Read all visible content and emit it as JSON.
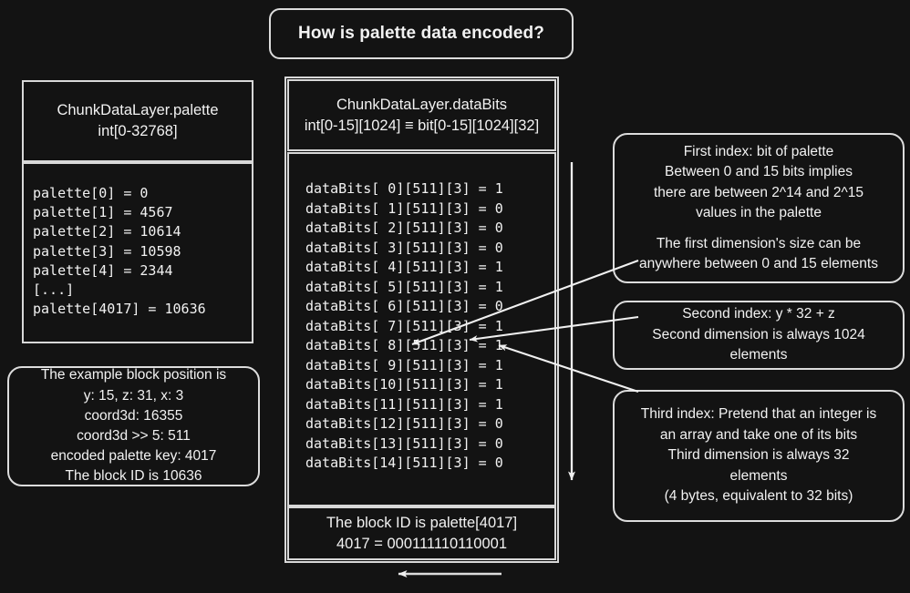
{
  "title": {
    "text": "How is palette data encoded?"
  },
  "palette_card": {
    "header": {
      "line1": "ChunkDataLayer.palette",
      "line2": "int[0-32768]"
    },
    "entries": "palette[0] = 0\npalette[1] = 4567\npalette[2] = 10614\npalette[3] = 10598\npalette[4] = 2344\n[...]\npalette[4017] = 10636"
  },
  "databits_card": {
    "header": {
      "line1": "ChunkDataLayer.dataBits",
      "line2": "int[0-15][1024] ≡ bit[0-15][1024][32]"
    },
    "rows": "dataBits[ 0][511][3] = 1\ndataBits[ 1][511][3] = 0\ndataBits[ 2][511][3] = 0\ndataBits[ 3][511][3] = 0\ndataBits[ 4][511][3] = 1\ndataBits[ 5][511][3] = 1\ndataBits[ 6][511][3] = 0\ndataBits[ 7][511][3] = 1\ndataBits[ 8][511][3] = 1\ndataBits[ 9][511][3] = 1\ndataBits[10][511][3] = 1\ndataBits[11][511][3] = 1\ndataBits[12][511][3] = 0\ndataBits[13][511][3] = 0\ndataBits[14][511][3] = 0",
    "footer": {
      "line1": "The block ID is palette[4017]",
      "line2": "4017 = 000111110110001"
    }
  },
  "callouts": {
    "first_index": {
      "line1": "First index: bit of palette",
      "line2": "Between 0 and 15 bits implies",
      "line3": "there are between 2^14 and 2^15",
      "line4": "values in the palette",
      "line5": "The first dimension's size can be",
      "line6": "anywhere between 0 and 15 elements"
    },
    "second_index": {
      "line1": "Second index: y * 32 + z",
      "line2": "Second dimension is always 1024",
      "line3": "elements"
    },
    "third_index": {
      "line1": "Third index: Pretend that an integer is",
      "line2": "an array and take one of its bits",
      "line3": "Third dimension is always 32",
      "line4": "elements",
      "line5": "(4 bytes, equivalent to 32 bits)"
    },
    "example_block": {
      "line1": "The example block position is",
      "line2": "y: 15, z: 31, x: 3",
      "line3": "coord3d: 16355",
      "line4": "coord3d >> 5: 511",
      "line5": "encoded palette key: 4017",
      "line6": "The block ID is 10636"
    }
  },
  "chart_data": {
    "type": "table",
    "title": "How is palette data encoded?",
    "palette_values": [
      {
        "index": 0,
        "value": 0
      },
      {
        "index": 1,
        "value": 4567
      },
      {
        "index": 2,
        "value": 10614
      },
      {
        "index": 3,
        "value": 10598
      },
      {
        "index": 4,
        "value": 2344
      },
      {
        "index": 4017,
        "value": 10636
      }
    ],
    "databits": [
      {
        "i": 0,
        "j": 511,
        "k": 3,
        "bit": 1
      },
      {
        "i": 1,
        "j": 511,
        "k": 3,
        "bit": 0
      },
      {
        "i": 2,
        "j": 511,
        "k": 3,
        "bit": 0
      },
      {
        "i": 3,
        "j": 511,
        "k": 3,
        "bit": 0
      },
      {
        "i": 4,
        "j": 511,
        "k": 3,
        "bit": 1
      },
      {
        "i": 5,
        "j": 511,
        "k": 3,
        "bit": 1
      },
      {
        "i": 6,
        "j": 511,
        "k": 3,
        "bit": 0
      },
      {
        "i": 7,
        "j": 511,
        "k": 3,
        "bit": 1
      },
      {
        "i": 8,
        "j": 511,
        "k": 3,
        "bit": 1
      },
      {
        "i": 9,
        "j": 511,
        "k": 3,
        "bit": 1
      },
      {
        "i": 10,
        "j": 511,
        "k": 3,
        "bit": 1
      },
      {
        "i": 11,
        "j": 511,
        "k": 3,
        "bit": 1
      },
      {
        "i": 12,
        "j": 511,
        "k": 3,
        "bit": 0
      },
      {
        "i": 13,
        "j": 511,
        "k": 3,
        "bit": 0
      },
      {
        "i": 14,
        "j": 511,
        "k": 3,
        "bit": 0
      }
    ],
    "colors": {
      "background": "#131313",
      "foreground": "#f2f2f2",
      "border": "#dcdcdc"
    }
  }
}
